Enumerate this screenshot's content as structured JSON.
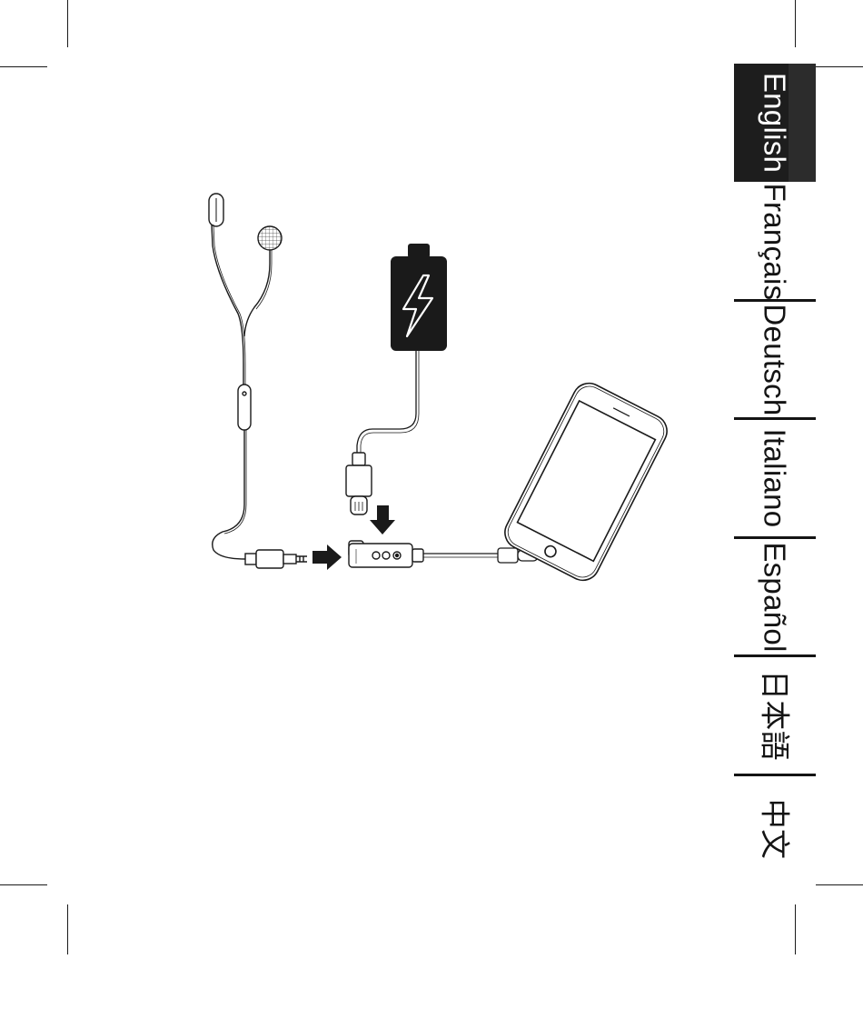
{
  "languages": [
    {
      "label": "English",
      "active": true
    },
    {
      "label": "Français",
      "active": false
    },
    {
      "label": "Deutsch",
      "active": false
    },
    {
      "label": "Italiano",
      "active": false
    },
    {
      "label": "Español",
      "active": false
    },
    {
      "label": "日本語",
      "active": false
    },
    {
      "label": "中文",
      "active": false
    }
  ],
  "icons": {
    "earphones": "earphones-icon",
    "battery": "battery-charging-icon",
    "lightning_plug": "lightning-plug-icon",
    "adapter": "splitter-adapter-icon",
    "phone": "smartphone-icon",
    "arrow_down": "arrow-down-icon",
    "arrow_right": "arrow-right-icon"
  },
  "colors": {
    "ink": "#141414",
    "active_tab": "#1d1d1d",
    "active_text": "#ffffff",
    "background": "#ffffff"
  }
}
